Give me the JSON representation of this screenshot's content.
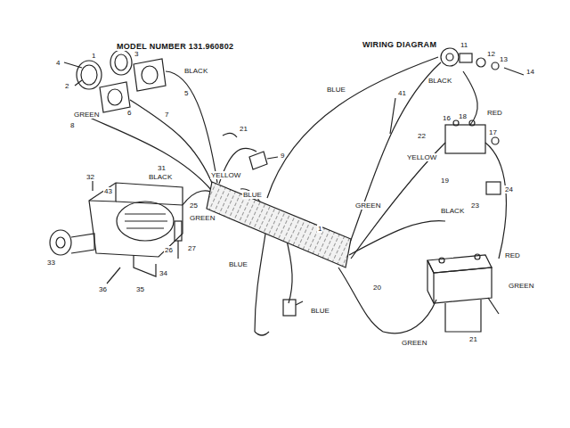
{
  "diagram": {
    "title": "WIRING DIAGRAM",
    "labels": [
      "MODEL NUMBER 131.960802",
      "BLACK",
      "GREEN",
      "YELLOW",
      "BLUE",
      "BLUE",
      "BLACK",
      "RED",
      "GREEN",
      "YELLOW",
      "BLACK",
      "BLUE",
      "BLACK",
      "GREEN",
      "BLUE",
      "GREEN",
      "GREEN",
      "RED",
      "1",
      "2",
      "3",
      "4",
      "5",
      "6",
      "7",
      "8",
      "9",
      "31",
      "32",
      "43",
      "33",
      "34",
      "35",
      "36",
      "25",
      "26",
      "27",
      "11",
      "12",
      "13",
      "14",
      "16",
      "17",
      "18",
      "19",
      "22",
      "23",
      "24",
      "41",
      "21",
      "20",
      "1",
      "21"
    ]
  }
}
